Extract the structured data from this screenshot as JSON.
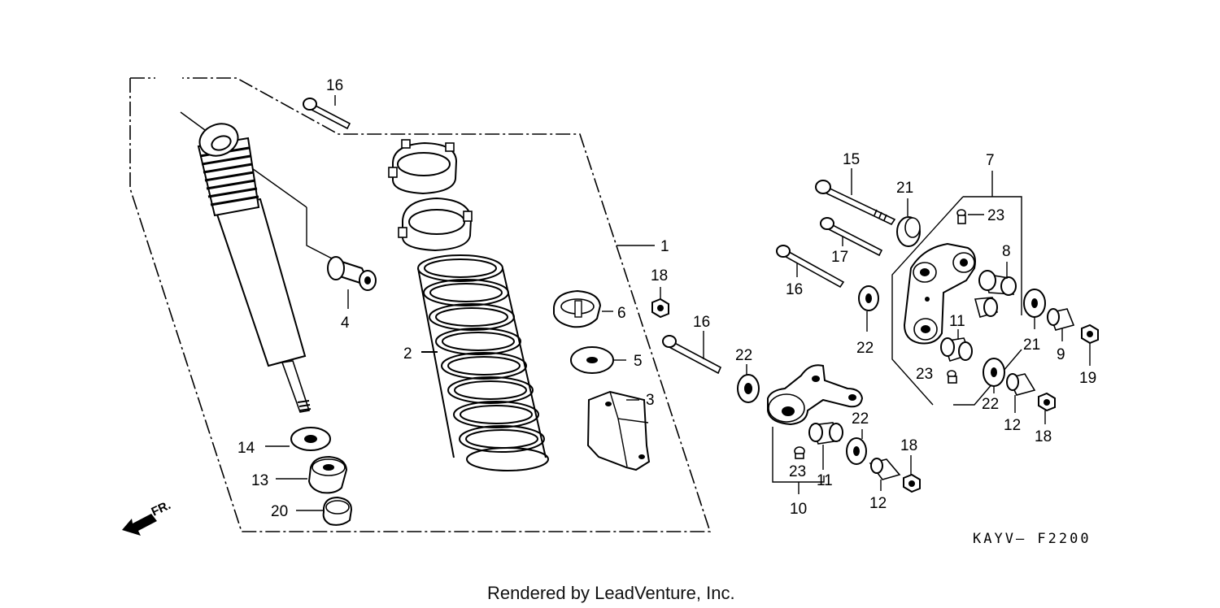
{
  "diagram": {
    "part_labels": [
      "1",
      "2",
      "3",
      "4",
      "5",
      "6",
      "7",
      "8",
      "9",
      "10",
      "11",
      "11",
      "12",
      "12",
      "13",
      "14",
      "15",
      "16",
      "16",
      "16",
      "17",
      "18",
      "18",
      "18",
      "19",
      "20",
      "21",
      "21",
      "22",
      "22",
      "22",
      "22",
      "23",
      "23",
      "23"
    ],
    "diagram_code": "KAYV– F2200",
    "direction_label": "FR.",
    "credit": "Rendered by LeadVenture, Inc."
  }
}
